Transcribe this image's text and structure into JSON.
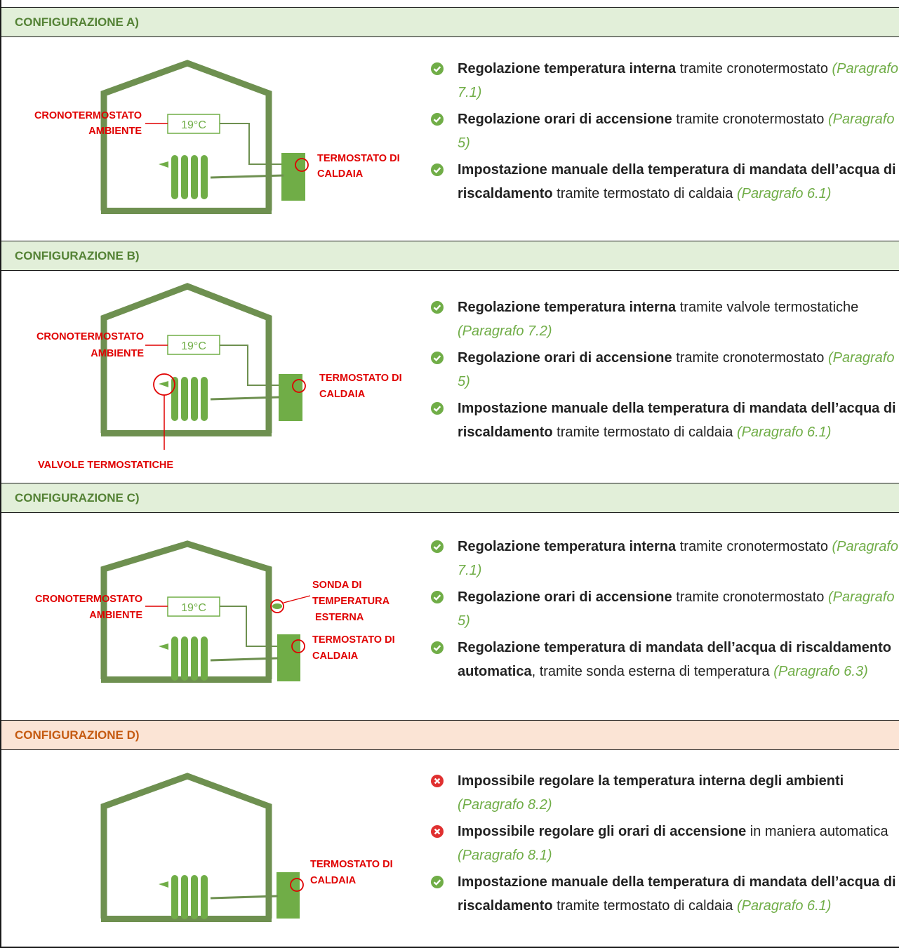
{
  "sections": [
    {
      "header": "CONFIGURAZIONE A)",
      "tone": "green",
      "labels": {
        "crono_line1": "CRONOTERMOSTATO",
        "crono_line2": "AMBIENTE",
        "temp": "19°C",
        "boiler_line1": "TERMOSTATO DI",
        "boiler_line2": "CALDAIA"
      },
      "bullets": [
        {
          "icon": "check-icon",
          "bold": "Regolazione temperatura interna",
          "text": " tramite cronotermostato ",
          "ref": "(Paragrafo 7.1)"
        },
        {
          "icon": "check-icon",
          "bold": "Regolazione orari di accensione",
          "text": " tramite cronotermostato ",
          "ref": "(Paragrafo 5)"
        },
        {
          "icon": "check-icon",
          "bold": "Impostazione manuale della temperatura di mandata dell’acqua di riscaldamento",
          "text": " tramite termostato di caldaia ",
          "ref": "(Paragrafo 6.1)"
        }
      ]
    },
    {
      "header": "CONFIGURAZIONE B)",
      "tone": "green",
      "labels": {
        "crono_line1": "CRONOTERMOSTATO",
        "crono_line2": "AMBIENTE",
        "temp": "19°C",
        "boiler_line1": "TERMOSTATO DI",
        "boiler_line2": "CALDAIA",
        "valves": "VALVOLE TERMOSTATICHE"
      },
      "bullets": [
        {
          "icon": "check-icon",
          "bold": "Regolazione temperatura interna",
          "text": " tramite valvole termostatiche ",
          "ref": "(Paragrafo 7.2)"
        },
        {
          "icon": "check-icon",
          "bold": "Regolazione orari di accensione",
          "text": " tramite cronotermostato ",
          "ref": "(Paragrafo 5)"
        },
        {
          "icon": "check-icon",
          "bold": "Impostazione manuale della temperatura di mandata dell’acqua di riscaldamento",
          "text": " tramite termostato di caldaia ",
          "ref": "(Paragrafo 6.1)"
        }
      ]
    },
    {
      "header": "CONFIGURAZIONE C)",
      "tone": "green",
      "labels": {
        "crono_line1": "CRONOTERMOSTATO",
        "crono_line2": "AMBIENTE",
        "temp": "19°C",
        "probe_line1": "SONDA DI",
        "probe_line2": "TEMPERATURA",
        "probe_line3": "ESTERNA",
        "boiler_line1": "TERMOSTATO DI",
        "boiler_line2": "CALDAIA"
      },
      "bullets": [
        {
          "icon": "check-icon",
          "bold": "Regolazione temperatura interna",
          "text": " tramite cronotermostato ",
          "ref": "(Paragrafo 7.1)"
        },
        {
          "icon": "check-icon",
          "bold": "Regolazione orari di accensione",
          "text": " tramite cronotermostato ",
          "ref": "(Paragrafo 5)"
        },
        {
          "icon": "check-icon",
          "bold": "Regolazione temperatura di mandata dell’acqua di riscaldamento automatica",
          "text": ", tramite sonda esterna di temperatura ",
          "ref": "(Paragrafo 6.3)"
        }
      ]
    },
    {
      "header": "CONFIGURAZIONE D)",
      "tone": "red",
      "labels": {
        "boiler_line1": "TERMOSTATO DI",
        "boiler_line2": "CALDAIA"
      },
      "bullets": [
        {
          "icon": "cross-icon",
          "bold": "Impossibile regolare la temperatura interna degli ambienti",
          "text": " ",
          "ref": "(Paragrafo 8.2)"
        },
        {
          "icon": "cross-icon",
          "bold": "Impossibile regolare gli orari di accensione",
          "text": " in maniera automatica ",
          "ref": "(Paragrafo 8.1)"
        },
        {
          "icon": "check-icon",
          "bold": "Impostazione manuale della temperatura di mandata dell’acqua di riscaldamento",
          "text": " tramite termostato di caldaia ",
          "ref": "(Paragrafo 6.1)"
        }
      ]
    }
  ],
  "colors": {
    "house": "#6e9050",
    "device": "#70ad47",
    "label_red": "#e00000",
    "header_green_bg": "#e2efd9",
    "header_green_text": "#548235",
    "header_red_bg": "#fbe4d5",
    "header_red_text": "#c55a11",
    "check": "#70ad47",
    "cross": "#e03030"
  }
}
